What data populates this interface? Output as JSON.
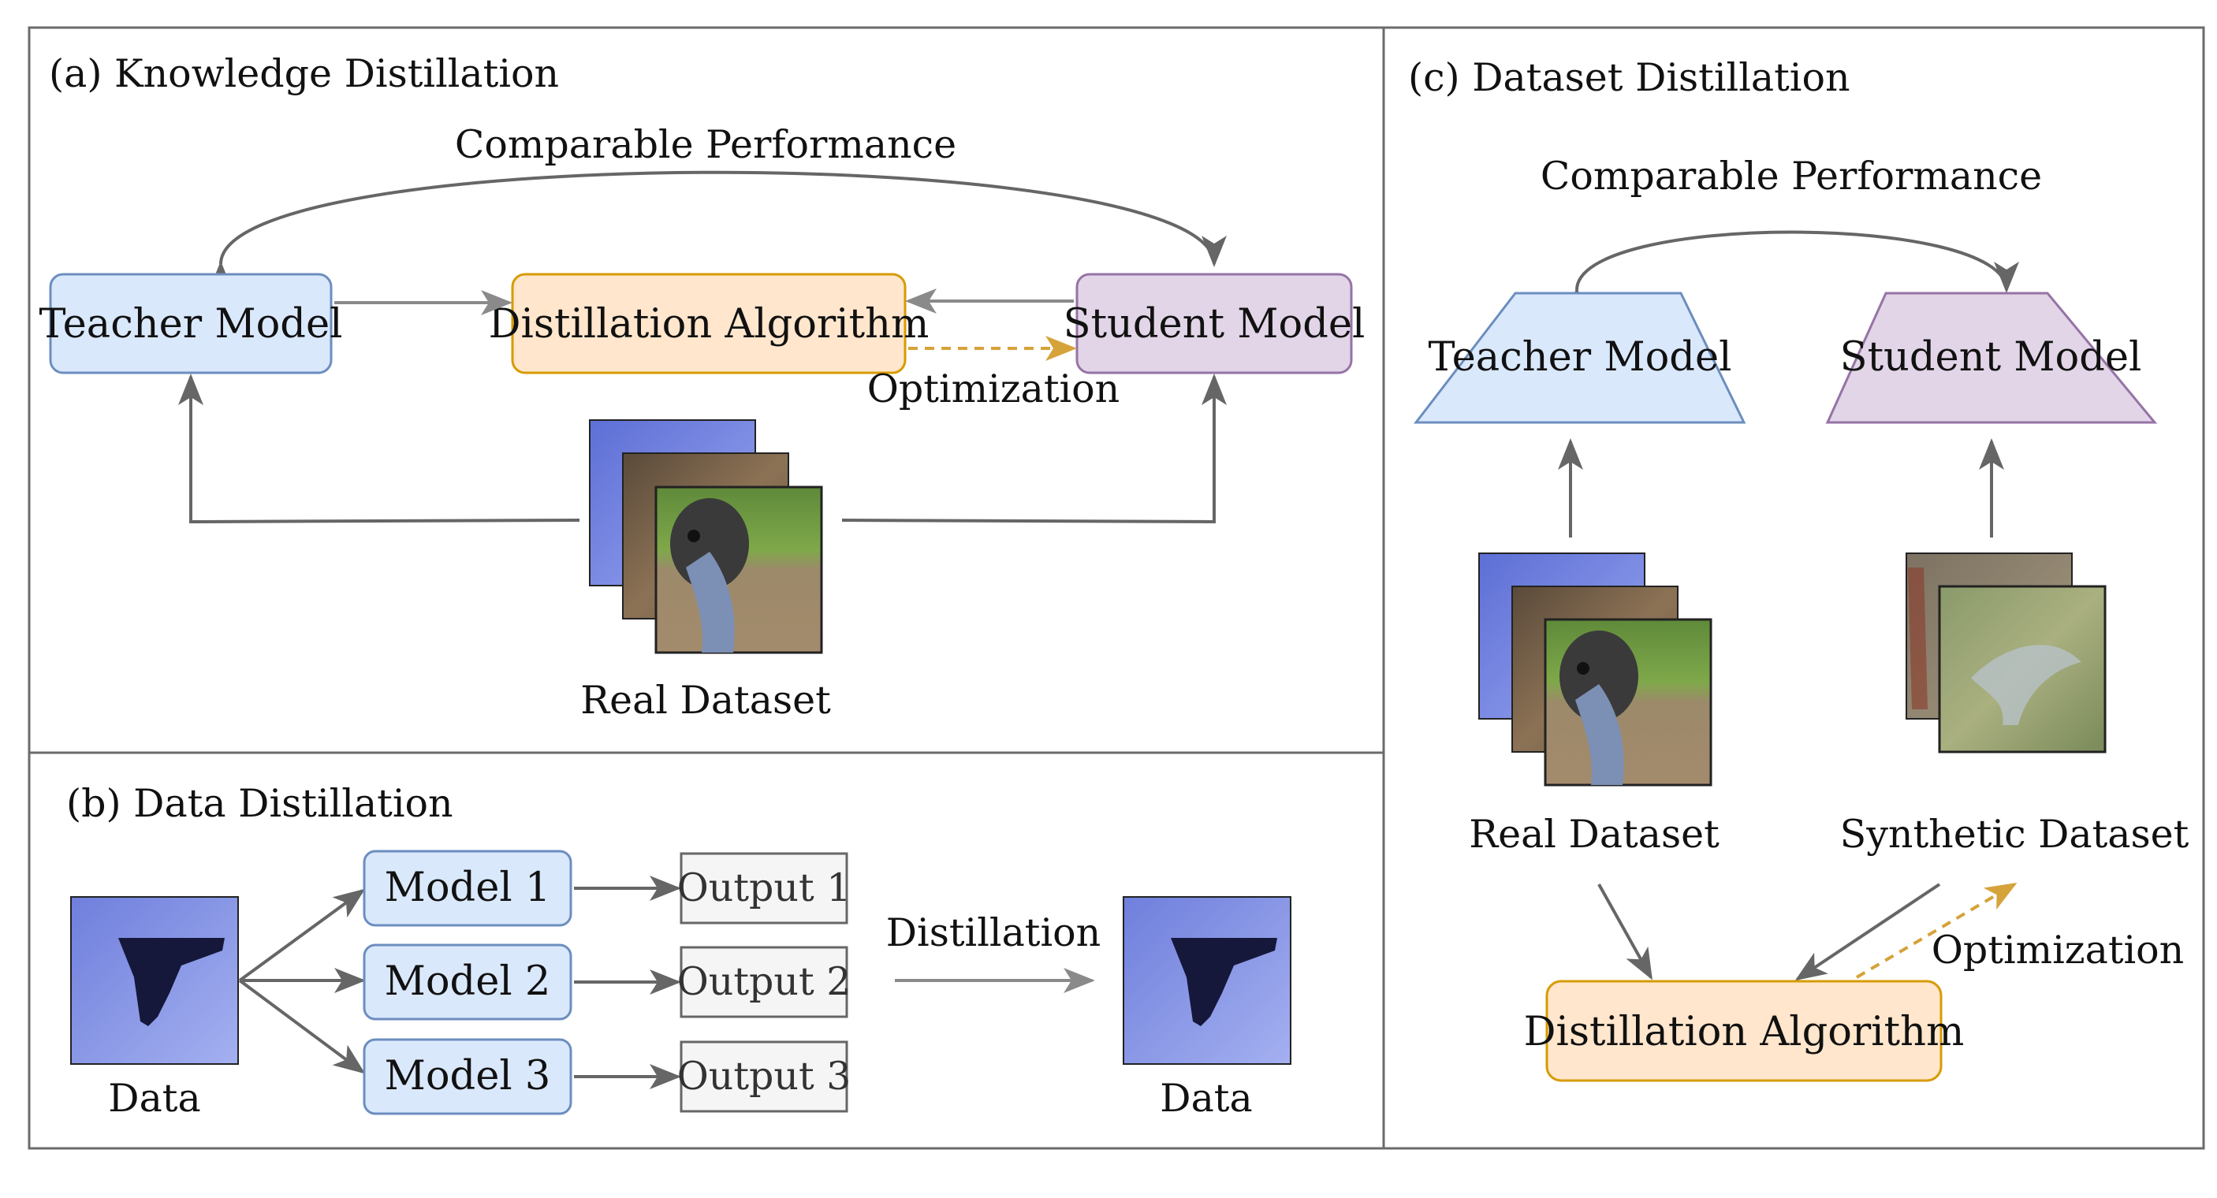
{
  "panel_a": {
    "title": "(a) Knowledge Distillation",
    "comparable": "Comparable Performance",
    "teacher": "Teacher Model",
    "algorithm": "Distillation Algorithm",
    "student": "Student Model",
    "optimization": "Optimization",
    "dataset": "Real Dataset"
  },
  "panel_b": {
    "title": "(b) Data Distillation",
    "models": [
      "Model 1",
      "Model 2",
      "Model 3"
    ],
    "outputs": [
      "Output 1",
      "Output 2",
      "Output 3"
    ],
    "distillation": "Distillation",
    "data_in": "Data",
    "data_out": "Data"
  },
  "panel_c": {
    "title": "(c) Dataset Distillation",
    "comparable": "Comparable Performance",
    "teacher": "Teacher Model",
    "student": "Student Model",
    "real": "Real Dataset",
    "synthetic": "Synthetic Dataset",
    "optimization": "Optimization",
    "algorithm": "Distillation Algorithm"
  },
  "colors": {
    "blue_fill": "#dae8fc",
    "blue_stroke": "#6c8ebf",
    "orange_fill": "#ffe6cc",
    "orange_stroke": "#d79b00",
    "purple_fill": "#e1d5e7",
    "purple_stroke": "#9673a6",
    "dashed_arrow": "#d6a23a"
  }
}
